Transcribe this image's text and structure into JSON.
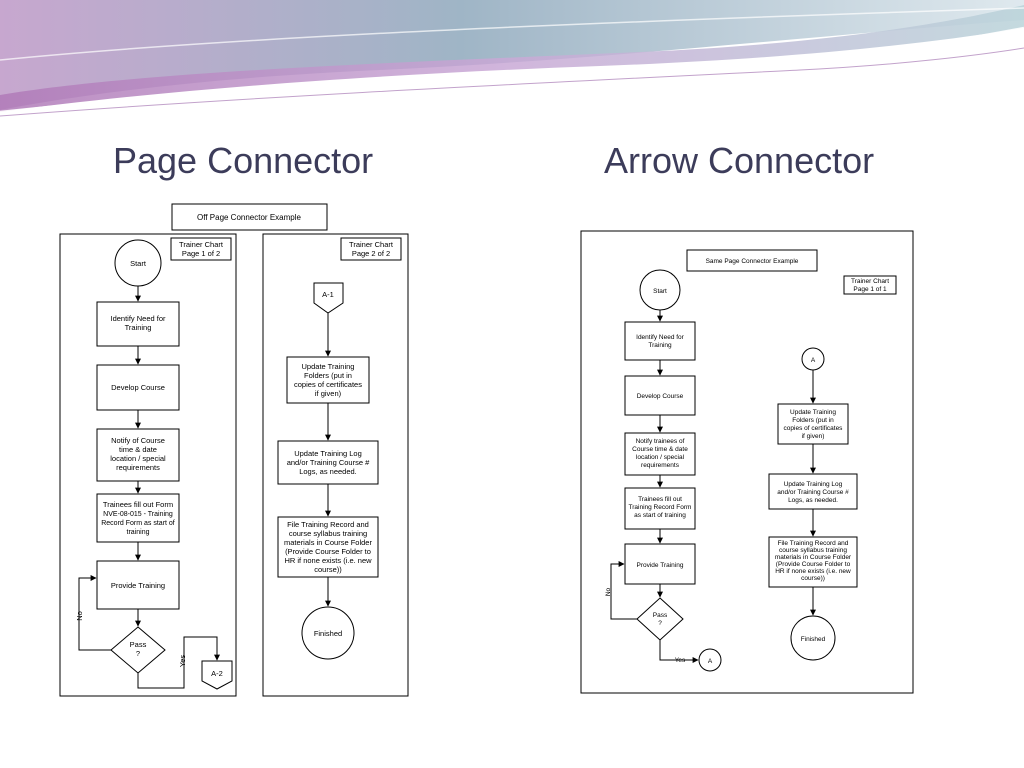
{
  "slide": {
    "title_left": "Page Connector",
    "title_right": "Arrow Connector"
  },
  "off_page_example": {
    "header": "Off Page Connector Example",
    "page1": {
      "tag": [
        "Trainer Chart",
        "Page 1 of 2"
      ],
      "start": "Start",
      "identify": [
        "Identify Need for",
        "Training"
      ],
      "develop": "Develop Course",
      "notify": [
        "Notify of Course",
        "time & date",
        "location / special",
        "requirements"
      ],
      "trainees": [
        "Trainees fill out Form",
        "NVE-08-015 - Training",
        "Record Form as start of",
        "training"
      ],
      "provide": "Provide Training",
      "pass": [
        "Pass",
        "?"
      ],
      "no_label": "No",
      "yes_label": "Yes",
      "connector": "A-2"
    },
    "page2": {
      "tag": [
        "Trainer Chart",
        "Page 2 of 2"
      ],
      "connector": "A-1",
      "update_folders": [
        "Update Training",
        "Folders (put in",
        "copies of certificates",
        "if given)"
      ],
      "update_log": [
        "Update Training Log",
        "and/or Training Course #",
        "Logs, as needed."
      ],
      "file_record": [
        "File Training Record and",
        "course syllabus training",
        "materials in Course Folder",
        "(Provide Course Folder to",
        "HR if none exists (i.e. new",
        "course))"
      ],
      "finished": "Finished"
    }
  },
  "same_page_example": {
    "header": "Same Page Connector Example",
    "tag": [
      "Trainer Chart",
      "Page 1 of 1"
    ],
    "start": "Start",
    "identify": [
      "Identify Need for",
      "Training"
    ],
    "develop": "Develop Course",
    "notify": [
      "Notify trainees of",
      "Course time & date",
      "location / special",
      "requirements"
    ],
    "trainees": [
      "Trainees fill out",
      "Training Record Form",
      "as start of training"
    ],
    "provide": "Provide Training",
    "pass": [
      "Pass",
      "?"
    ],
    "no_label": "No",
    "yes_label": "Yes",
    "connector_out": "A",
    "connector_in": "A",
    "update_folders": [
      "Update Training",
      "Folders (put in",
      "copies of certificates",
      "if given)"
    ],
    "update_log": [
      "Update Training Log",
      "and/or Training Course #",
      "Logs, as needed."
    ],
    "file_record": [
      "File Training Record and",
      "course syllabus training",
      "materials in Course Folder",
      "(Provide Course Folder to",
      "HR if none exists (i.e. new",
      "course))"
    ],
    "finished": "Finished"
  }
}
